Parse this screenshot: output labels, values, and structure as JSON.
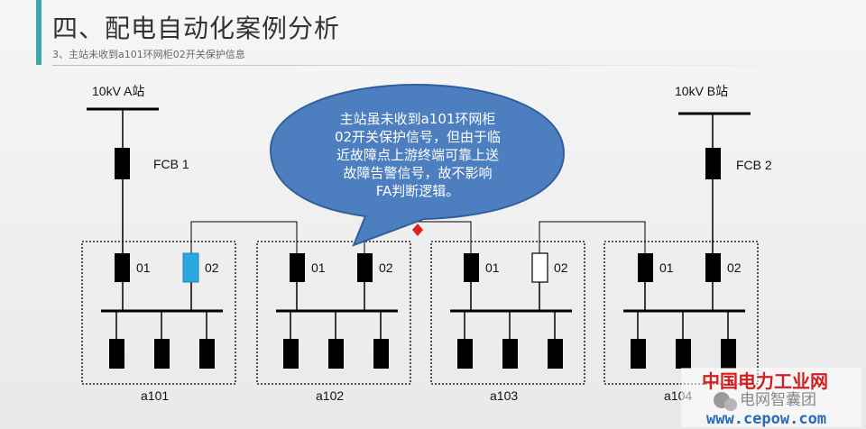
{
  "header": {
    "title": "四、配电自动化案例分析",
    "subtitle": "3、主站未收到a101环网柜02开关保护信息"
  },
  "stations": [
    {
      "id": "A",
      "label": "10kV A站",
      "breaker": "FCB 1"
    },
    {
      "id": "B",
      "label": "10kV B站",
      "breaker": "FCB 2"
    }
  ],
  "cabinets": [
    {
      "name": "a101",
      "switches": [
        {
          "label": "01",
          "state": "closed"
        },
        {
          "label": "02",
          "state": "fault-unreported"
        }
      ]
    },
    {
      "name": "a102",
      "switches": [
        {
          "label": "01",
          "state": "closed"
        },
        {
          "label": "02",
          "state": "closed"
        }
      ]
    },
    {
      "name": "a103",
      "switches": [
        {
          "label": "01",
          "state": "closed"
        },
        {
          "label": "02",
          "state": "open"
        }
      ]
    },
    {
      "name": "a104",
      "switches": [
        {
          "label": "01",
          "state": "closed"
        },
        {
          "label": "02",
          "state": "closed"
        }
      ]
    }
  ],
  "callout": {
    "lines": [
      "主站虽未收到a101环网柜",
      "02开关保护信号，但由于临",
      "近故障点上游终端可靠上送",
      "故障告警信号，故不影响",
      "FA判断逻辑。"
    ]
  },
  "watermark": {
    "brand_cn": "中国电力工业网",
    "url": "www.cepow.com",
    "account": "电网智囊团"
  },
  "colors": {
    "accent": "#3aa7a8",
    "callout_fill": "#4d7fc0",
    "callout_stroke": "#2f5f9c",
    "highlight_switch": "#2aa7df",
    "fault_marker": "#e02020"
  }
}
